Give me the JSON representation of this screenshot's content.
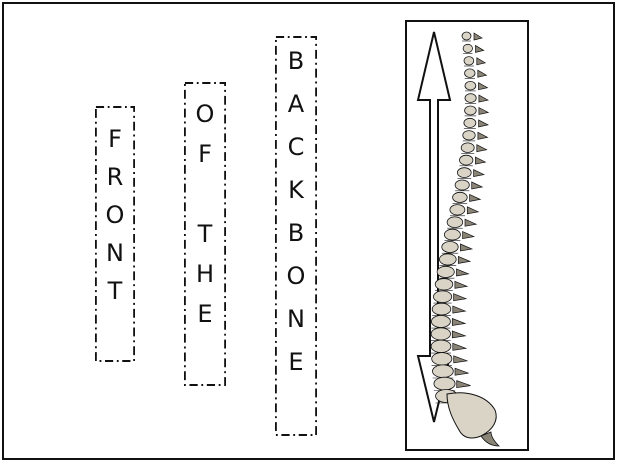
{
  "words": [
    {
      "id": "front",
      "letters": [
        "F",
        "R",
        "O",
        "N",
        "T"
      ]
    },
    {
      "id": "of-the",
      "letters": [
        "O",
        "F",
        "",
        "T",
        "H",
        "E"
      ]
    },
    {
      "id": "backbone",
      "letters": [
        "B",
        "A",
        "C",
        "K",
        "B",
        "O",
        "N",
        "E"
      ]
    }
  ],
  "spine_panel": {
    "arrow": "double-headed-vertical-arrow",
    "illustration": "spinal-column-side-view"
  },
  "colors": {
    "ink": "#111111",
    "bone": "#d9d4c6",
    "bone_shadow": "#8a8477",
    "background": "#ffffff"
  }
}
